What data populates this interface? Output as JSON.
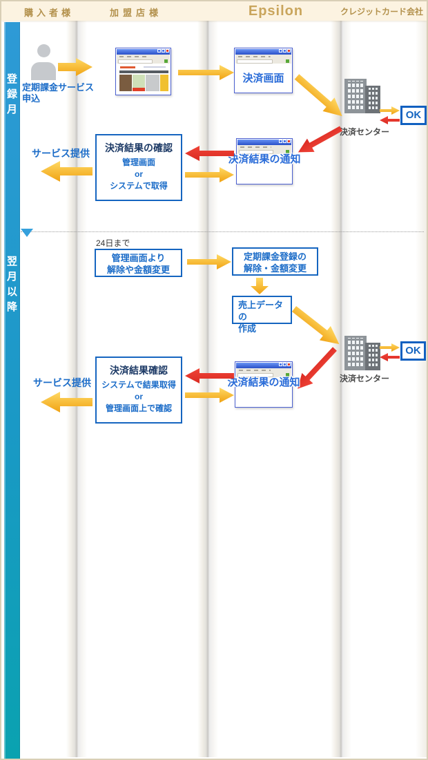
{
  "header": {
    "purchaser": "購入者様",
    "merchant": "加盟店様",
    "epsilon": "Epsilon",
    "credit": "クレジットカード会社"
  },
  "sidebar": {
    "month1": "登録月",
    "month2": "翌月以降"
  },
  "s1": {
    "signup_l1": "定期課金サービス",
    "signup_l2": "申込",
    "payment_window": "決済画面",
    "center": "決済センター",
    "ok": "OK",
    "notify_window": "決済結果の通知",
    "confirm_title": "決済結果の確認",
    "confirm_l1": "管理画面",
    "confirm_l2": "or",
    "confirm_l3": "システムで取得",
    "service": "サービス提供"
  },
  "s2": {
    "deadline": "24日まで",
    "change_l1": "管理画面より",
    "change_l2": "解除や金額変更",
    "update_l1": "定期課金登録の",
    "update_l2": "解除・金額変更",
    "sales_l1": "売上データの",
    "sales_l2": "作成",
    "payment_center": "決済センター",
    "ok": "OK",
    "notify_window": "決済結果の通知",
    "confirm_title": "決済結果確認",
    "confirm_l1": "システムで結果取得",
    "confirm_l2": "or",
    "confirm_l3": "管理画面上で確認",
    "service": "サービス提供"
  },
  "icons": {
    "person": "person-icon (gray silhouette)",
    "building": "building-icon (payment center)",
    "section_marker": "triangle-down",
    "browser": "browser-window"
  },
  "colors": {
    "header_bg": "#fcf3e1",
    "header_text": "#b3914c",
    "logo_gold": "#c9a55c",
    "sidebar_top": "#2e9ad6",
    "sidebar_bottom": "#0aa2b0",
    "box_border": "#1565c0",
    "title_navy": "#1d3a66",
    "text_blue": "#1b6cc8",
    "arrow_yellow": "#f5b11e",
    "arrow_red": "#e8312f"
  }
}
